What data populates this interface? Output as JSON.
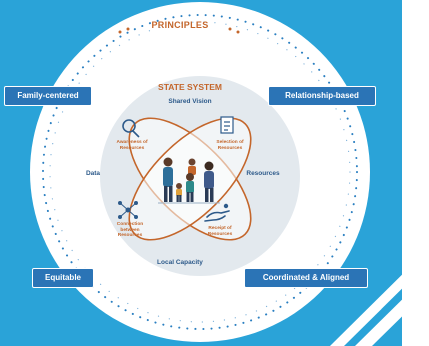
{
  "title": "PRINCIPLES",
  "core_title": "STATE SYSTEM",
  "inner_labels": {
    "top": "Shared Vision",
    "left": "Data",
    "right": "Resources",
    "bottom": "Local Capacity"
  },
  "petals": {
    "top_left": [
      "Awareness of",
      "Resources"
    ],
    "top_right": [
      "Selection of",
      "Resources"
    ],
    "bottom_left": [
      "Connection",
      "between",
      "Resources"
    ],
    "bottom_right": [
      "Receipt of",
      "Resources"
    ]
  },
  "principles": {
    "top_left": "Family-centered",
    "top_right": "Relationship-based",
    "bottom_left": "Equitable",
    "bottom_right": "Coordinated & Aligned"
  },
  "icons": {
    "top_left": "magnifier-icon",
    "top_right": "document-icon",
    "bottom_left": "network-icon",
    "bottom_right": "hand-receive-icon",
    "center": "family-icon"
  },
  "colors": {
    "background": "#2aa3d8",
    "tag": "#2b74b6",
    "accent": "#c4662b",
    "inner_disc": "#dfe6ec"
  }
}
